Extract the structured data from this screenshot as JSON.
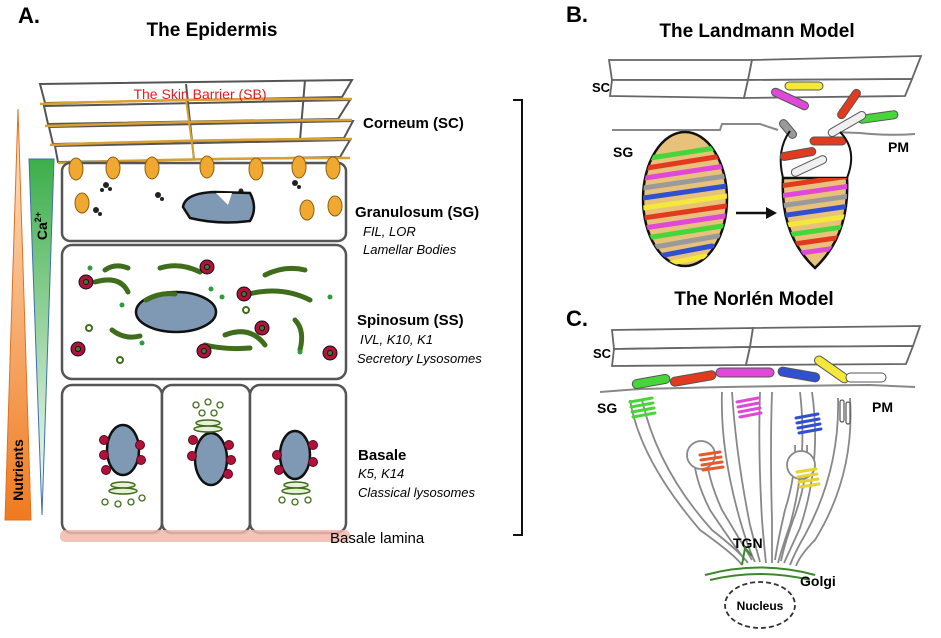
{
  "panels": {
    "a": {
      "letter": "A.",
      "title": "The Epidermis",
      "skin_barrier": "The Skin Barrier (SB)",
      "gradients": {
        "nutrients": "Nutrients",
        "calcium_base": "Ca",
        "calcium_sup": "2+"
      },
      "layers": [
        {
          "name": "Corneum (SC)",
          "details": []
        },
        {
          "name": "Granulosum (SG)",
          "details": [
            "FIL, LOR",
            "Lamellar Bodies"
          ]
        },
        {
          "name": "Spinosum (SS)",
          "details": [
            "IVL, K10, K1",
            "Secretory Lysosomes"
          ]
        },
        {
          "name": "Basale",
          "details": [
            "K5, K14",
            "Classical lysosomes"
          ]
        }
      ],
      "basale_lamina": "Basale lamina"
    },
    "b": {
      "letter": "B.",
      "title": "The Landmann Model",
      "labels": {
        "sc": "SC",
        "sg": "SG",
        "pm": "PM"
      }
    },
    "c": {
      "letter": "C.",
      "title": "The Norlén Model",
      "labels": {
        "sc": "SC",
        "sg": "SG",
        "pm": "PM",
        "tgn": "TGN",
        "golgi": "Golgi",
        "nucleus": "Nucleus"
      }
    }
  },
  "colors": {
    "cell_outline": "#5a5a5a",
    "nucleus": "#7f99b5",
    "granule_orange": "#f0a830",
    "lysosome_red": "#b0123c",
    "er_green": "#3f6d1c",
    "nutrients_orange": "#f07a1e",
    "calcium_green": "#3cae4a",
    "lamina_pink": "#f1b9ae",
    "barrier_red": "#e02020"
  }
}
